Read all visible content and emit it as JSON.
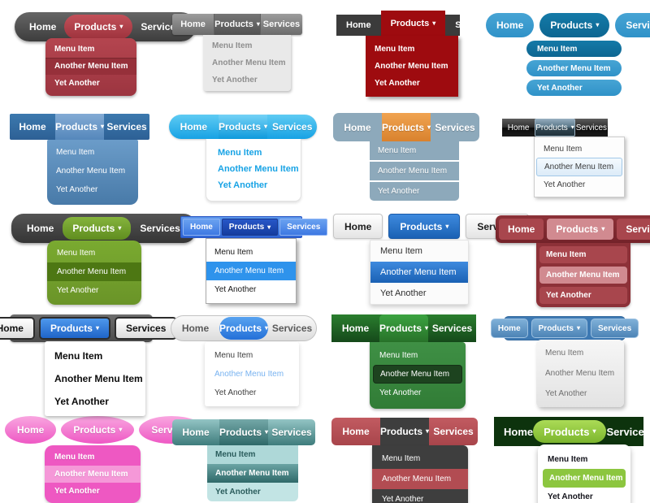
{
  "labels": {
    "home": "Home",
    "products": "Products",
    "services": "Services",
    "caret": "▾"
  },
  "menu": [
    "Menu Item",
    "Another Menu Item",
    "Yet Another"
  ],
  "page": {
    "background": "#ffffff",
    "grid": {
      "rows": 5,
      "cols": 4
    }
  },
  "samples": [
    {
      "id": 1,
      "name": "rounded-dark-bar-red-dropdown",
      "bar": "#4a4a4a",
      "accent": "#b0414b",
      "dropdown": "#a83b45",
      "highlight": "#96303a",
      "text": "#ffffff",
      "highlighted_item": "Another Menu Item"
    },
    {
      "id": 2,
      "name": "gray-gradient-bar-light-dropdown",
      "bar": "#7e7e7e",
      "accent": "#5e5e5e",
      "dropdown": "#e9e9e9",
      "highlight": null,
      "text": "#8f8f8f",
      "highlighted_item": null
    },
    {
      "id": 3,
      "name": "charcoal-bar-dark-red-dropdown",
      "bar": "#3b3b3b",
      "accent": "#9e0b0f",
      "dropdown": "#9e0b0f",
      "highlight": null,
      "text": "#ffffff",
      "highlighted_item": null
    },
    {
      "id": 4,
      "name": "blue-pill-buttons",
      "bar": "#3d9ed2",
      "accent": "#0f6f9c",
      "dropdown": "#3d9ed2",
      "highlight": "#0f6f9c",
      "text": "#ffffff",
      "highlighted_item": "Menu Item"
    },
    {
      "id": 5,
      "name": "blue-bar-blue-dropdown",
      "bar": "#336da2",
      "accent": "#6f9fce",
      "dropdown": "#5a8cba",
      "highlight": null,
      "text": "#ffffff",
      "highlighted_item": null
    },
    {
      "id": 6,
      "name": "sky-pill-bar-white-dropdown",
      "bar": "#27b0ec",
      "accent": "#27b0ec",
      "dropdown": "#ffffff",
      "highlight": null,
      "text": "#18a3e5",
      "highlighted_item": null
    },
    {
      "id": 7,
      "name": "slate-bar-orange-products",
      "bar": "#8da9bb",
      "accent": "#e2923e",
      "dropdown": "#8da9bb",
      "highlight": null,
      "text": "#ffffff",
      "highlighted_item": null
    },
    {
      "id": 8,
      "name": "vista-black-glass",
      "bar": "#1c1c1c",
      "accent": "#5a7889",
      "dropdown": "#fdfdfd",
      "highlight": "#dcebf8",
      "text": "#3c3c3c",
      "highlighted_item": "Another Menu Item"
    },
    {
      "id": 9,
      "name": "dark-rounded-bar-green-dropdown",
      "bar": "#424242",
      "accent": "#71a02d",
      "dropdown": "#71a02d",
      "highlight": "#4d7713",
      "text": "#ffffff",
      "highlighted_item": "Another Menu Item"
    },
    {
      "id": 10,
      "name": "xp-blue-bar-white-dropdown",
      "bar": "#3a73dc",
      "accent": "#1d4cbe",
      "dropdown": "#ffffff",
      "highlight": "#2e93ec",
      "text": "#161616",
      "highlighted_item": "Another Menu Item"
    },
    {
      "id": 11,
      "name": "light-buttons-blue-accent",
      "bar": "#f2f2f2",
      "accent": "#2a76c8",
      "dropdown": "#fbfbfb",
      "highlight": "#2a76c8",
      "text": "#2e2e2e",
      "highlighted_item": "Another Menu Item"
    },
    {
      "id": 12,
      "name": "maroon-bar-rose-accent",
      "bar": "#802a31",
      "accent": "#d18a90",
      "dropdown": "#8d3138",
      "highlight": "#d18a90",
      "text": "#ffffff",
      "highlighted_item": "Another Menu Item"
    },
    {
      "id": 13,
      "name": "gray-bar-white-buttons",
      "bar": "#5c5c5c",
      "accent": "#2f7bda",
      "dropdown": "#ffffff",
      "highlight": null,
      "text": "#0c0c0c",
      "highlighted_item": null
    },
    {
      "id": 14,
      "name": "silver-pill-bar-blue-products",
      "bar": "#e8e8e8",
      "accent": "#3a85e4",
      "dropdown": "#ffffff",
      "highlight": "#77b2f0",
      "text": "#3e3e3e",
      "highlighted_item": "Another Menu Item"
    },
    {
      "id": 15,
      "name": "green-bar-green-dropdown",
      "bar": "#1e6322",
      "accent": "#319036",
      "dropdown": "#388340",
      "highlight": "#1d431f",
      "text": "#ffffff",
      "highlighted_item": "Another Menu Item"
    },
    {
      "id": 16,
      "name": "blue-bar-gray-dropdown",
      "bar": "#3d79b3",
      "accent": "#6699c4",
      "dropdown": "#ededed",
      "highlight": null,
      "text": "#6f6f6f",
      "highlighted_item": null
    },
    {
      "id": 17,
      "name": "pink-oval-buttons",
      "bar": "#f06ac9",
      "accent": "#f06ac9",
      "dropdown": "#ee58c2",
      "highlight": "#f598d8",
      "text": "#ffffff",
      "highlighted_item": "Another Menu Item"
    },
    {
      "id": 18,
      "name": "teal-gradient-bar",
      "bar": "#5f9c9c",
      "accent": "#447e7e",
      "dropdown": "#aed8d8",
      "highlight": "#3f8181",
      "text": "#2a5c5c",
      "highlighted_item": "Another Menu Item"
    },
    {
      "id": 19,
      "name": "red-bar-charcoal-dropdown",
      "bar": "#b25056",
      "accent": "#3e3e3e",
      "dropdown": "#3e3e3e",
      "highlight": "#b24c52",
      "text": "#ffffff",
      "highlighted_item": "Another Menu Item"
    },
    {
      "id": 20,
      "name": "dark-green-bar-lime-accent",
      "bar": "#0d330d",
      "accent": "#8cc63f",
      "dropdown": "#ffffff",
      "highlight": "#8cc63f",
      "text": "#16161e",
      "highlighted_item": "Another Menu Item"
    }
  ]
}
